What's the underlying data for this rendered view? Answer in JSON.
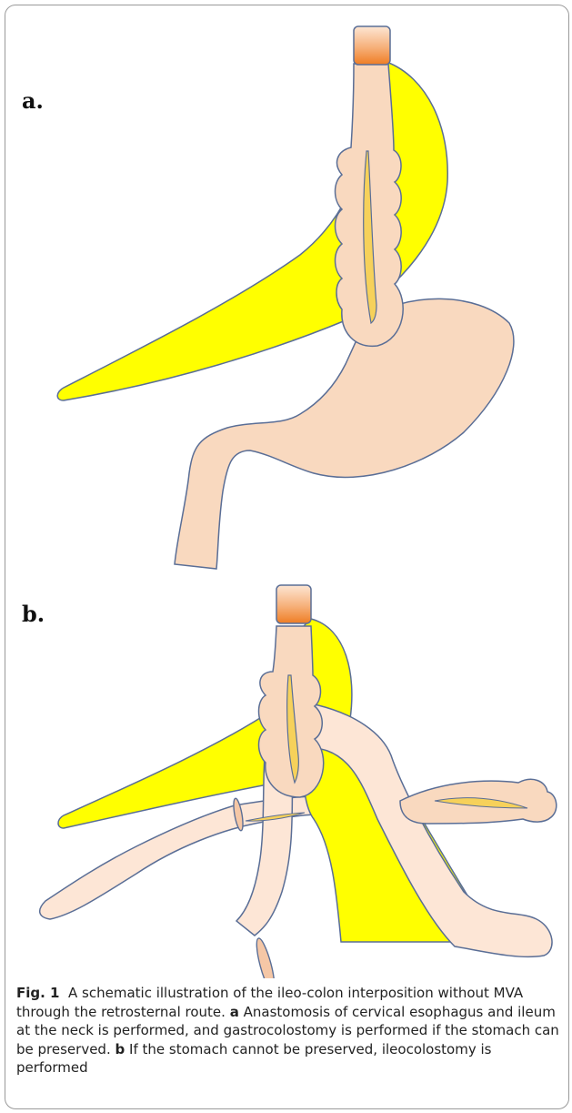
{
  "panels": {
    "a_label": "a.",
    "b_label": "b."
  },
  "caption": {
    "fig_label": "Fig. 1",
    "intro": "A schematic illustration of the ileo-colon interposition without MVA through the retrosternal route.",
    "a_marker": "a",
    "a_text": "Anastomosis of cervical esophagus and ileum at the neck is performed, and gastrocolostomy is performed if the stomach can be preserved.",
    "b_marker": "b",
    "b_text": "If the stomach cannot be preserved, ileocolostomy is performed"
  },
  "colors": {
    "mesentery": "#ffff00",
    "bowel": "#f9d9bf",
    "outline": "#5a6e96",
    "esophagus_cap": "#f08a3a"
  }
}
